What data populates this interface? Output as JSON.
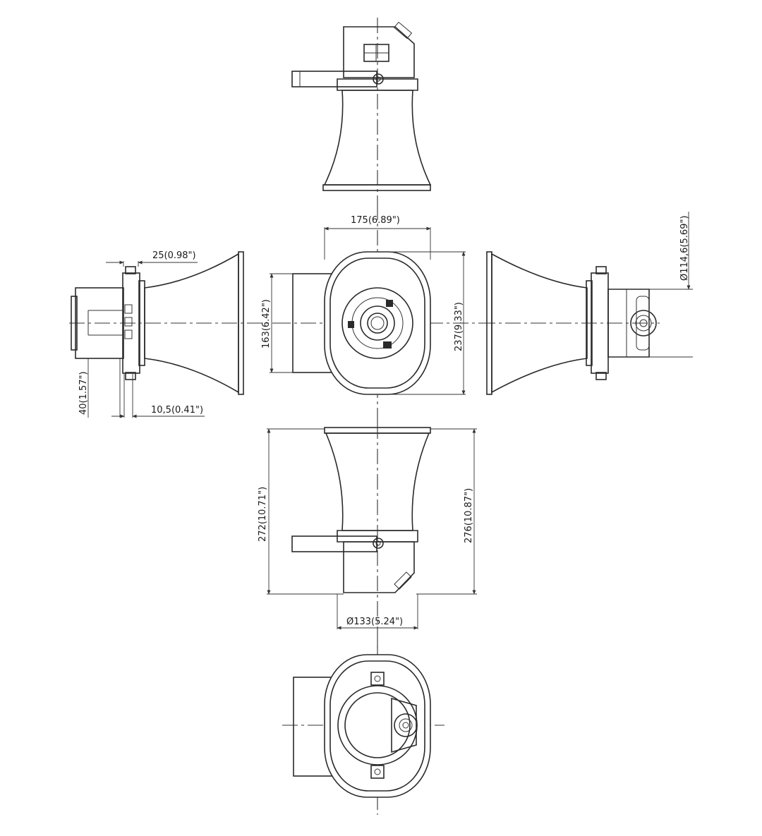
{
  "colors": {
    "line": "#2a2a2a",
    "background": "#ffffff"
  },
  "dimensions": {
    "d25": "25(0.98\")",
    "d40": "40(1.57\")",
    "d10_5": "10,5(0.41\")",
    "d175": "175(6.89\")",
    "d163": "163(6.42\")",
    "d237": "237(9.33\")",
    "d114_6": "Ø114,6(5.69\")",
    "d272": "272(10.71\")",
    "d276": "276(10.87\")",
    "d133": "Ø133(5.24\")"
  }
}
